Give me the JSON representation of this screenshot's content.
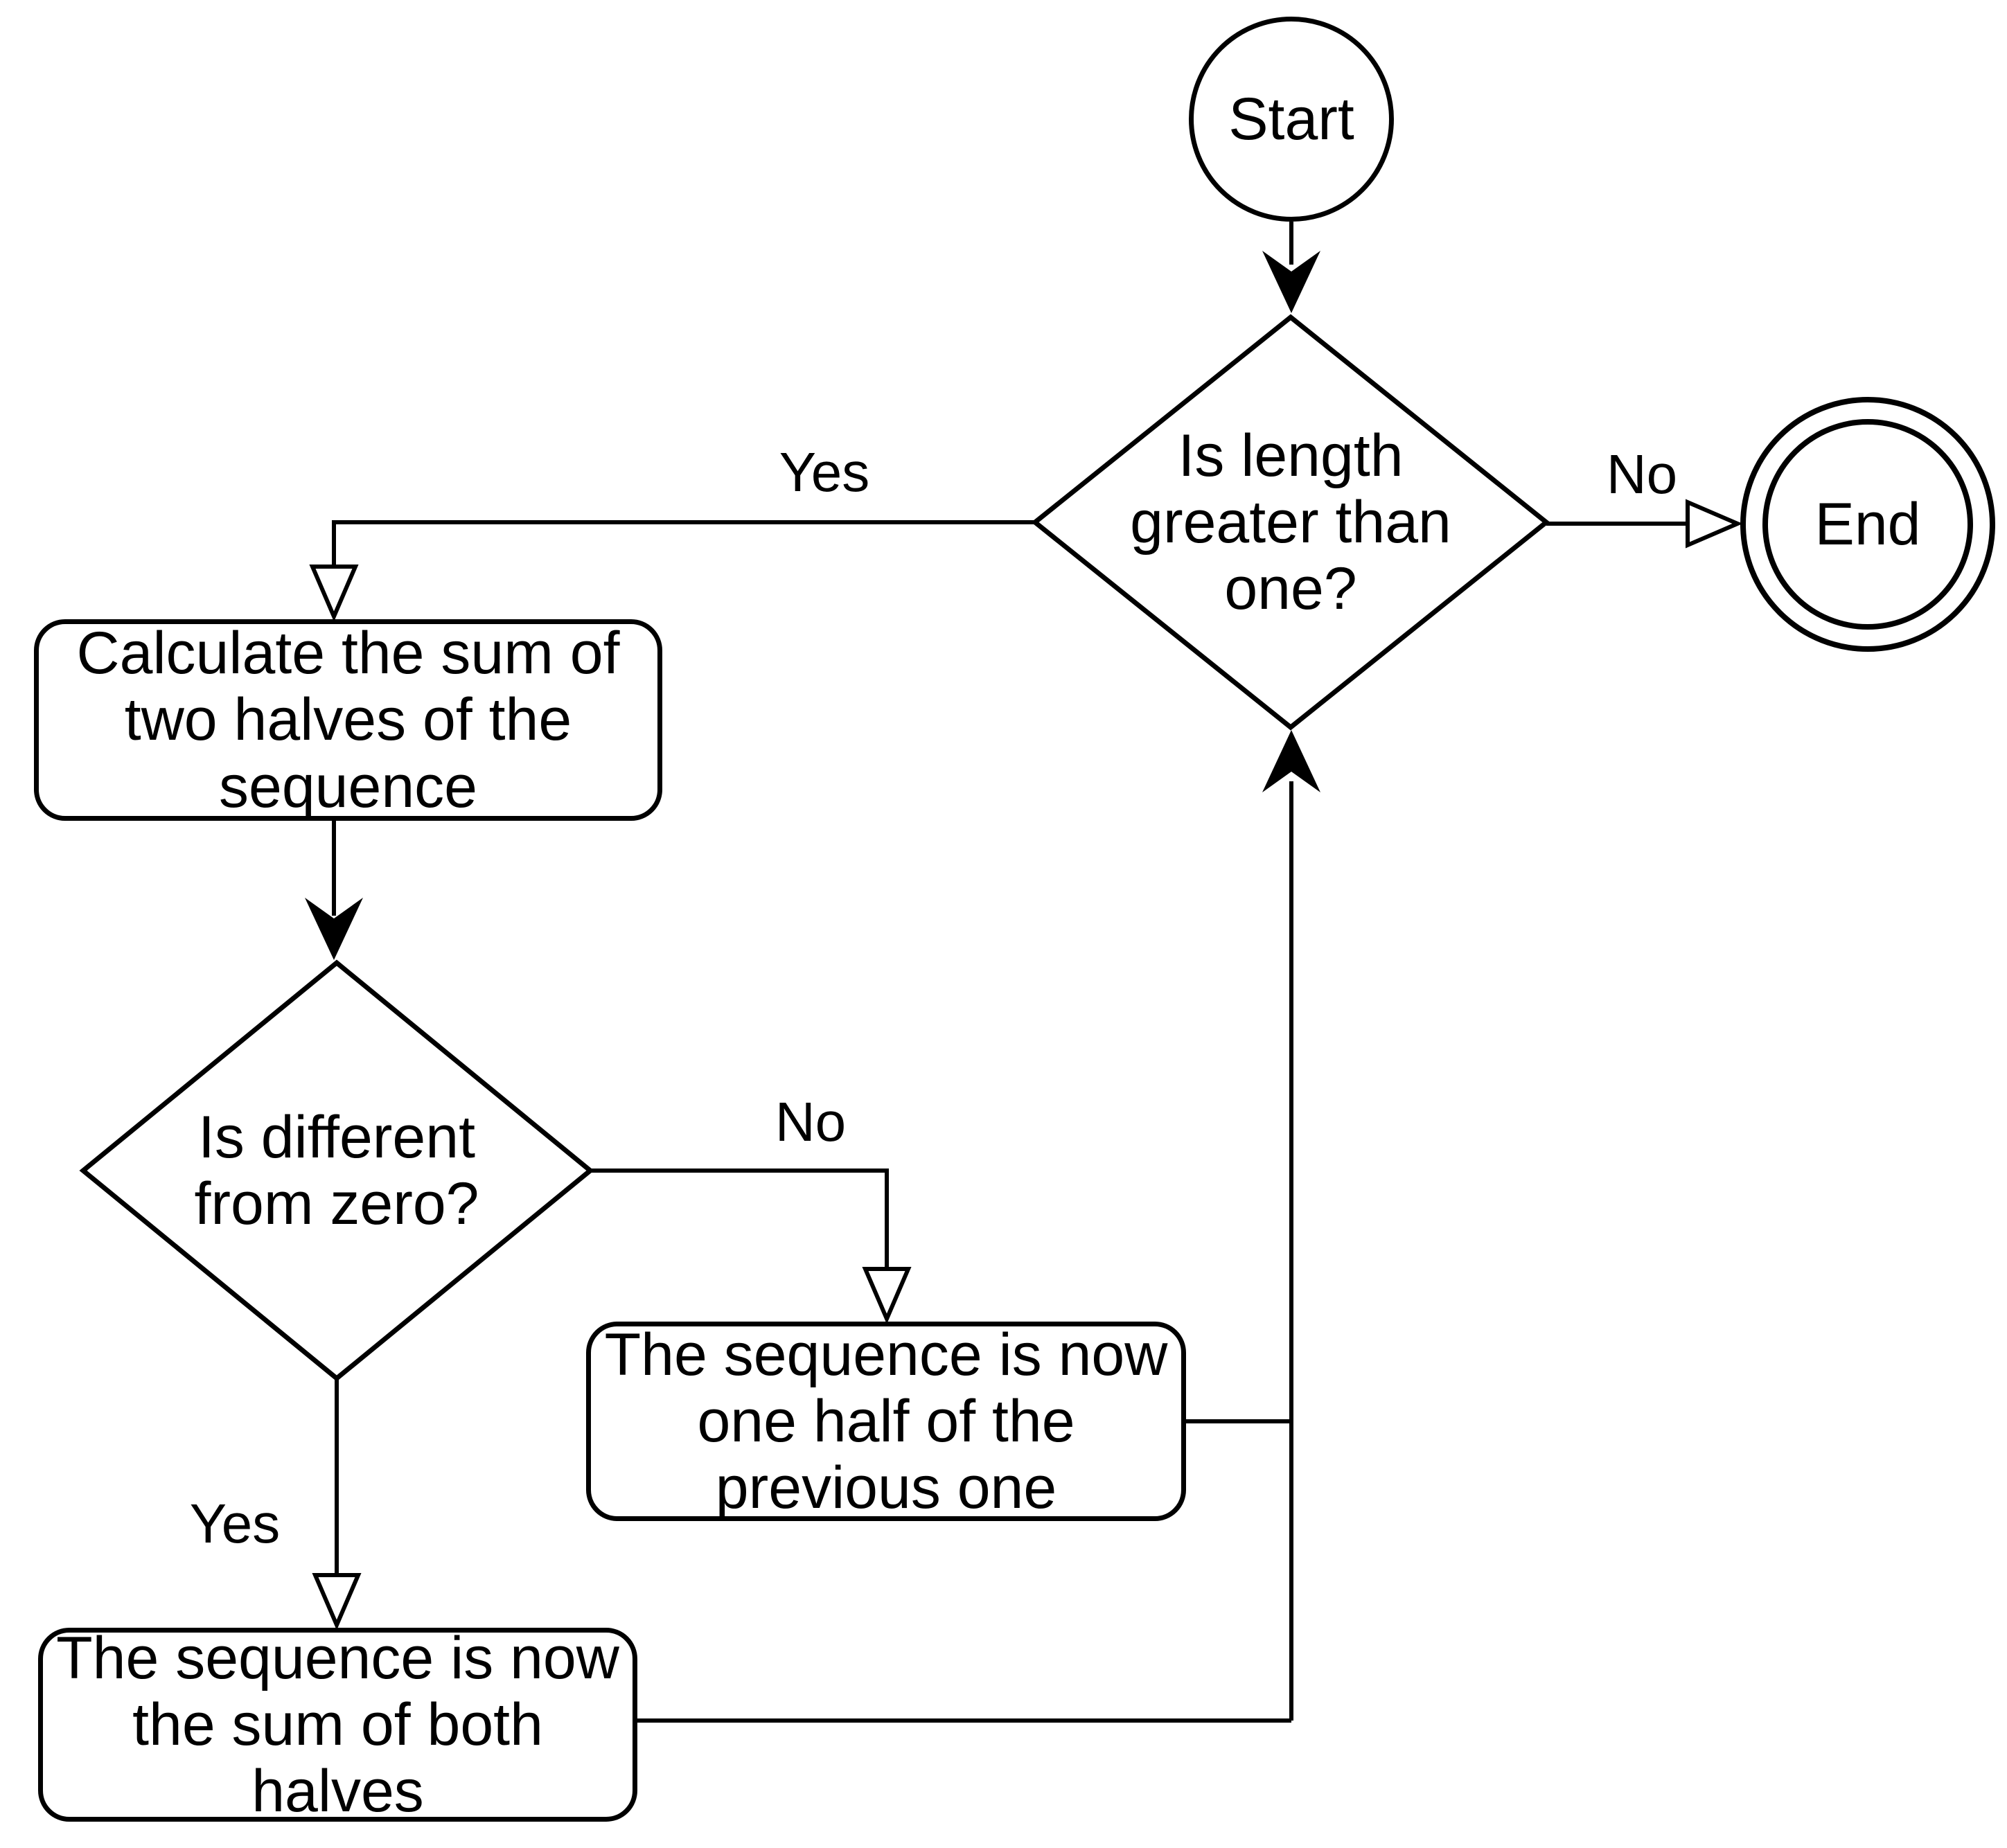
{
  "diagram": {
    "type": "flowchart",
    "background_color": "#ffffff",
    "stroke_color": "#000000",
    "nodes": {
      "start": {
        "shape": "circle",
        "label": "Start"
      },
      "decision_length": {
        "shape": "diamond",
        "label": "Is length\ngreater than\none?"
      },
      "end": {
        "shape": "double-circle",
        "label": "End"
      },
      "process_calculate": {
        "shape": "rounded-rect",
        "label": "Calculate the sum of\ntwo halves of the\nsequence"
      },
      "decision_zero": {
        "shape": "diamond",
        "label": "Is different\nfrom zero?"
      },
      "process_half": {
        "shape": "rounded-rect",
        "label": "The sequence is now\none half of the\nprevious one"
      },
      "process_sum": {
        "shape": "rounded-rect",
        "label": "The sequence is now\nthe sum of both\nhalves"
      }
    },
    "edges": {
      "length_yes": {
        "label": "Yes",
        "from": "decision_length",
        "to": "process_calculate"
      },
      "length_no": {
        "label": "No",
        "from": "decision_length",
        "to": "end"
      },
      "start_to_length": {
        "label": "",
        "from": "start",
        "to": "decision_length"
      },
      "calculate_to_zero": {
        "label": "",
        "from": "process_calculate",
        "to": "decision_zero"
      },
      "zero_no": {
        "label": "No",
        "from": "decision_zero",
        "to": "process_half"
      },
      "zero_yes": {
        "label": "Yes",
        "from": "decision_zero",
        "to": "process_sum"
      },
      "half_back": {
        "label": "",
        "from": "process_half",
        "to": "decision_length"
      },
      "sum_back": {
        "label": "",
        "from": "process_sum",
        "to": "decision_length"
      }
    }
  }
}
